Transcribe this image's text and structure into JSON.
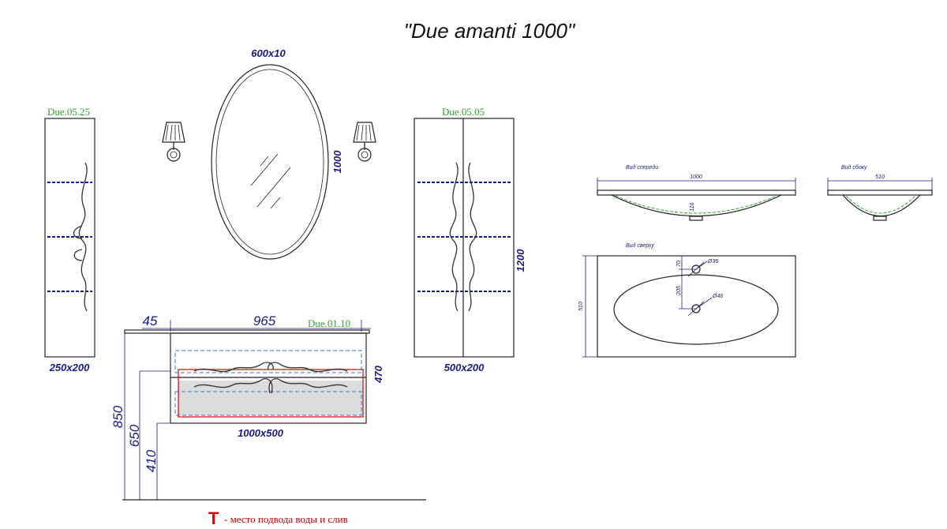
{
  "title": "\"Due amanti 1000\"",
  "mirror": {
    "size": "600x10",
    "height": "1000"
  },
  "left_cabinet": {
    "code": "Due.05.25",
    "size": "250x200"
  },
  "right_cabinet": {
    "code": "Due.05.05",
    "size": "500x200",
    "height": "1200"
  },
  "vanity": {
    "code": "Due.01.10",
    "width": "965",
    "offset": "45",
    "height": "470",
    "size": "1000x500",
    "levels": [
      "850",
      "650",
      "410"
    ]
  },
  "basin_front": {
    "label": "Вид спереди",
    "width": "1000",
    "depth": "116"
  },
  "basin_side": {
    "label": "Вид сбоку",
    "width": "510"
  },
  "basin_top": {
    "label": "Вид сверху",
    "depth": "510",
    "hole1": "Ø35",
    "hole2": "Ø46",
    "dim1": "70",
    "dim2": "205"
  },
  "legend": {
    "symbol": "T",
    "text": "- место подвода воды и слив"
  },
  "colors": {
    "dimension": "#1a1a8c",
    "code": "#3a9a3a",
    "legend": "#e00000",
    "shelf": "#1a1a8c"
  }
}
